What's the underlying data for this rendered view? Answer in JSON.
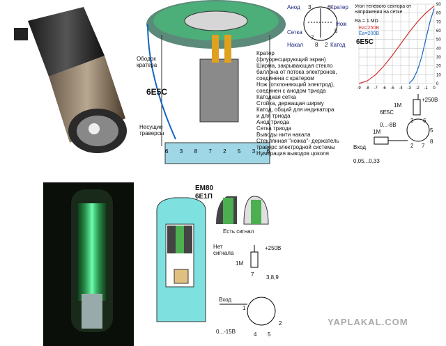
{
  "top_diagram": {
    "labels": {
      "rim": "Ободок\nкратера",
      "tube_name": "6Е5С",
      "supports": "Несущие\nтраверсы",
      "crater": "Кратер",
      "crater_sub": "(флуоресцирующий экран)",
      "shield": "Ширма, закрывающая стекло",
      "shield2": "баллона от потока электронов,",
      "shield3": "соединена с кратером",
      "knife": "Нож (отклоняющий электрод),",
      "knife2": "соединен с анодом триода",
      "cathode_grid": "Катодная сетка",
      "post": "Стойка, держащая ширму",
      "cathode": "Катод, общий для индикатора",
      "cathode2": "и для триода",
      "anode": "Анод триода",
      "grid": "Сетка триода",
      "heater": "Выводы нити накала",
      "stem": "Стеклянная \"ножка\"- держатель",
      "stem2": "траверс электродной системы",
      "pins": "Нумерация выводов цоколя",
      "pin_numbers": [
        "6",
        "3",
        "8",
        "7",
        "2",
        "5",
        "3",
        "6"
      ]
    }
  },
  "pinout": {
    "anode": "Анод",
    "crater": "Кратер",
    "knife": "Нож",
    "grid": "Сетка",
    "heater": "Накал",
    "cathode": "Катод",
    "pins": [
      "3",
      "6",
      "5",
      "7",
      "8",
      "2"
    ]
  },
  "chart_data": {
    "type": "line",
    "title": "Угол теневого сектора от напряжения на сетке",
    "annotation": "Rа = 1 МΩ",
    "tube": "6Е5С",
    "series": [
      {
        "name": "Eа=250В",
        "color": "#d32f2f",
        "x": [
          -9,
          -8,
          -7,
          -6,
          -5,
          -4,
          -3,
          -2,
          -1,
          0
        ],
        "y": [
          0,
          3,
          10,
          20,
          32,
          45,
          58,
          70,
          80,
          88
        ]
      },
      {
        "name": "Eа=200В",
        "color": "#1565c0",
        "x": [
          -3,
          -2.5,
          -2,
          -1.5,
          -1,
          -0.5,
          0
        ],
        "y": [
          0,
          5,
          15,
          30,
          50,
          70,
          85
        ]
      }
    ],
    "x_ticks": [
      "-9",
      "-8",
      "-7",
      "-6",
      "-5",
      "-4",
      "-3",
      "-2",
      "-1",
      "0"
    ],
    "y_ticks": [
      "0",
      "10",
      "20",
      "30",
      "40",
      "50",
      "60",
      "70",
      "80",
      "90"
    ],
    "xlim": [
      -9,
      0
    ],
    "ylim": [
      0,
      90
    ],
    "grid": true
  },
  "circuit_top": {
    "tube": "6Е5С",
    "resistor_1M_a": "1M",
    "resistor_1M_b": "1М",
    "voltage_plus": "+250В",
    "input": "Вход",
    "range_a": "0...-8В",
    "cap": "0,05...0,33",
    "pins": [
      "3",
      "6",
      "5",
      "8",
      "2",
      "7"
    ]
  },
  "em80": {
    "title": "ЕМ80",
    "subtitle": "6Е1П",
    "signal_yes": "Есть сигнал",
    "signal_no": "Нет\nсигнала",
    "voltage": "+250В",
    "resistor": "1М",
    "input": "Вход",
    "range": "0...-15В",
    "pins": [
      "7",
      "3,8,9",
      "1",
      "2",
      "4",
      "5"
    ]
  },
  "watermark": "YAPLAKAL.COM"
}
